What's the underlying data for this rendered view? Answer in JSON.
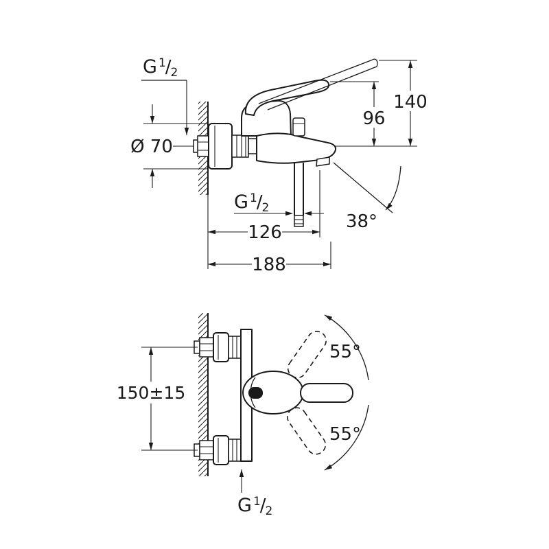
{
  "colors": {
    "line": "#1a1a1a",
    "background": "#ffffff"
  },
  "side_view": {
    "thread_inlet": {
      "prefix": "G",
      "numerator": "1",
      "slash": "/",
      "denominator": "2"
    },
    "escutcheon_diameter": "Ø 70",
    "height_to_lever": "96",
    "height_to_lever_raised": "140",
    "thread_shower_outlet": {
      "prefix": "G",
      "numerator": "1",
      "slash": "/",
      "denominator": "2"
    },
    "spout_reach": "126",
    "spout_angle": "38°",
    "total_projection": "188"
  },
  "plan_view": {
    "connection_spacing": "150±15",
    "handle_swing_upper": "55°",
    "handle_swing_lower": "55°",
    "thread_connection": {
      "prefix": "G",
      "numerator": "1",
      "slash": "/",
      "denominator": "2"
    }
  }
}
